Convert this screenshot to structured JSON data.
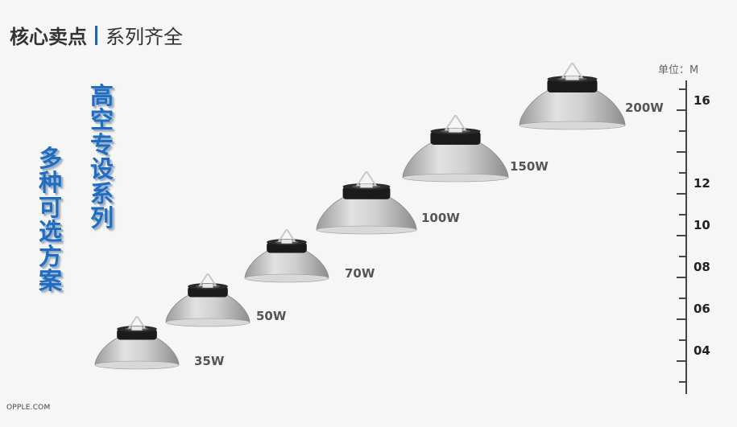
{
  "header": {
    "title_main": "核心卖点",
    "title_sub": "系列齐全"
  },
  "vertical_text_a": [
    "高",
    "空",
    "专",
    "设",
    "系",
    "列"
  ],
  "vertical_text_b": [
    "多",
    "种",
    "可",
    "选",
    "方",
    "案"
  ],
  "scale": {
    "unit_label": "单位：M",
    "labels": [
      "16",
      "12",
      "10",
      "08",
      "06",
      "04"
    ]
  },
  "lamps": [
    {
      "label": "35W"
    },
    {
      "label": "50W"
    },
    {
      "label": "70W"
    },
    {
      "label": "100W"
    },
    {
      "label": "150W"
    },
    {
      "label": "200W"
    }
  ],
  "footer": "OPPLE.COM",
  "colors": {
    "accent": "#1f63b4",
    "vertical_text": "#1f6cc0"
  }
}
